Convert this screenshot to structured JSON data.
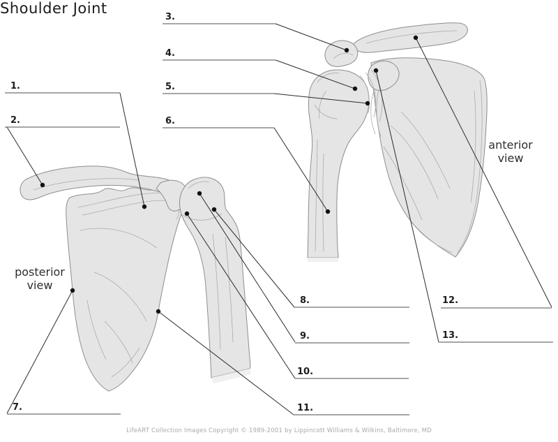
{
  "title": "Shoulder Joint",
  "view_labels": {
    "posterior": {
      "line1": "posterior",
      "line2": "view"
    },
    "anterior": {
      "line1": "anterior",
      "line2": "view"
    }
  },
  "labels": [
    {
      "number": "1."
    },
    {
      "number": "2."
    },
    {
      "number": "3."
    },
    {
      "number": "4."
    },
    {
      "number": "5."
    },
    {
      "number": "6."
    },
    {
      "number": "7."
    },
    {
      "number": "8."
    },
    {
      "number": "9."
    },
    {
      "number": "10."
    },
    {
      "number": "11."
    },
    {
      "number": "12."
    },
    {
      "number": "13."
    }
  ],
  "footer": {
    "copyright": "LifeART Collection Images Copyright © 1989-2001 by Lippincott Williams & Wilkins, Baltimore, MD"
  },
  "colors": {
    "bone_fill": "#e5e5e5",
    "bone_fade": "#f0f0f0",
    "bone_outline": "#8d8d8d",
    "bone_detail": "#ababab",
    "leader_line": "#2a2a2a",
    "blank_line": "#707070",
    "dot": "#111111",
    "text": "#1b1b1b",
    "text_soft": "#2d2d2d",
    "muted_text": "#a8a8a8"
  }
}
